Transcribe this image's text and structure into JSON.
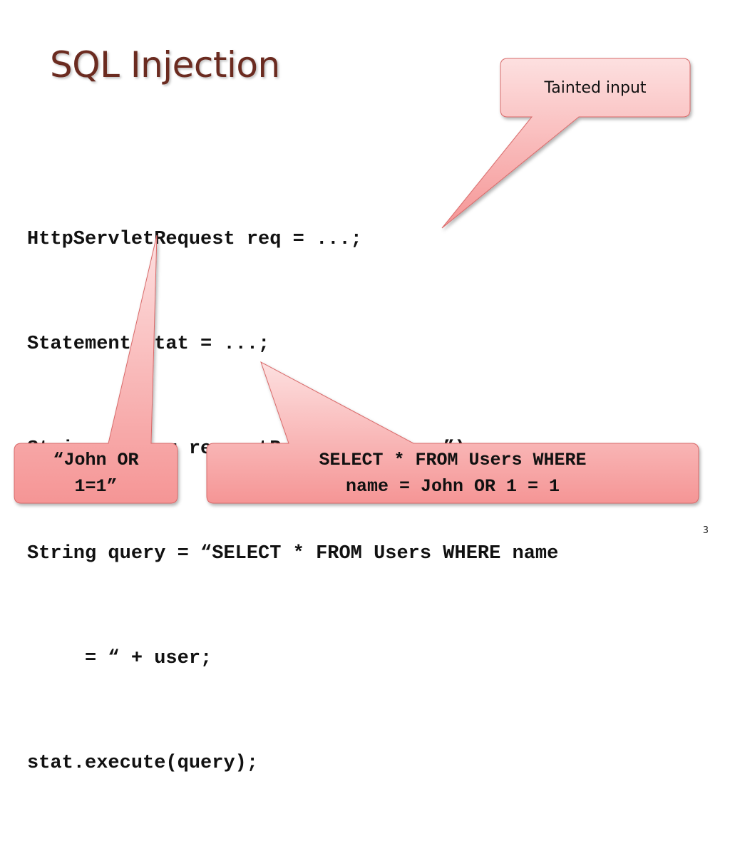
{
  "slide": {
    "title": "SQL Injection",
    "page_number": "3"
  },
  "code_lines": [
    "HttpServletRequest req = ...;",
    "Statement stat = ...;",
    "String user = req.getParameter(“user”);",
    "String query = “SELECT * FROM Users WHERE name",
    "     = “ + user;",
    "stat.execute(query);"
  ],
  "callouts": {
    "tainted": "Tainted input",
    "john_line1": "“John OR",
    "john_line2": "1=1”",
    "query_line1": "SELECT * FROM Users WHERE",
    "query_line2": "name = John OR 1 = 1"
  },
  "colors": {
    "title": "#6b2b20",
    "callout_fill_light": "#fde0e0",
    "callout_fill_dark": "#f48a8a",
    "callout_stroke": "#d96a6a"
  }
}
